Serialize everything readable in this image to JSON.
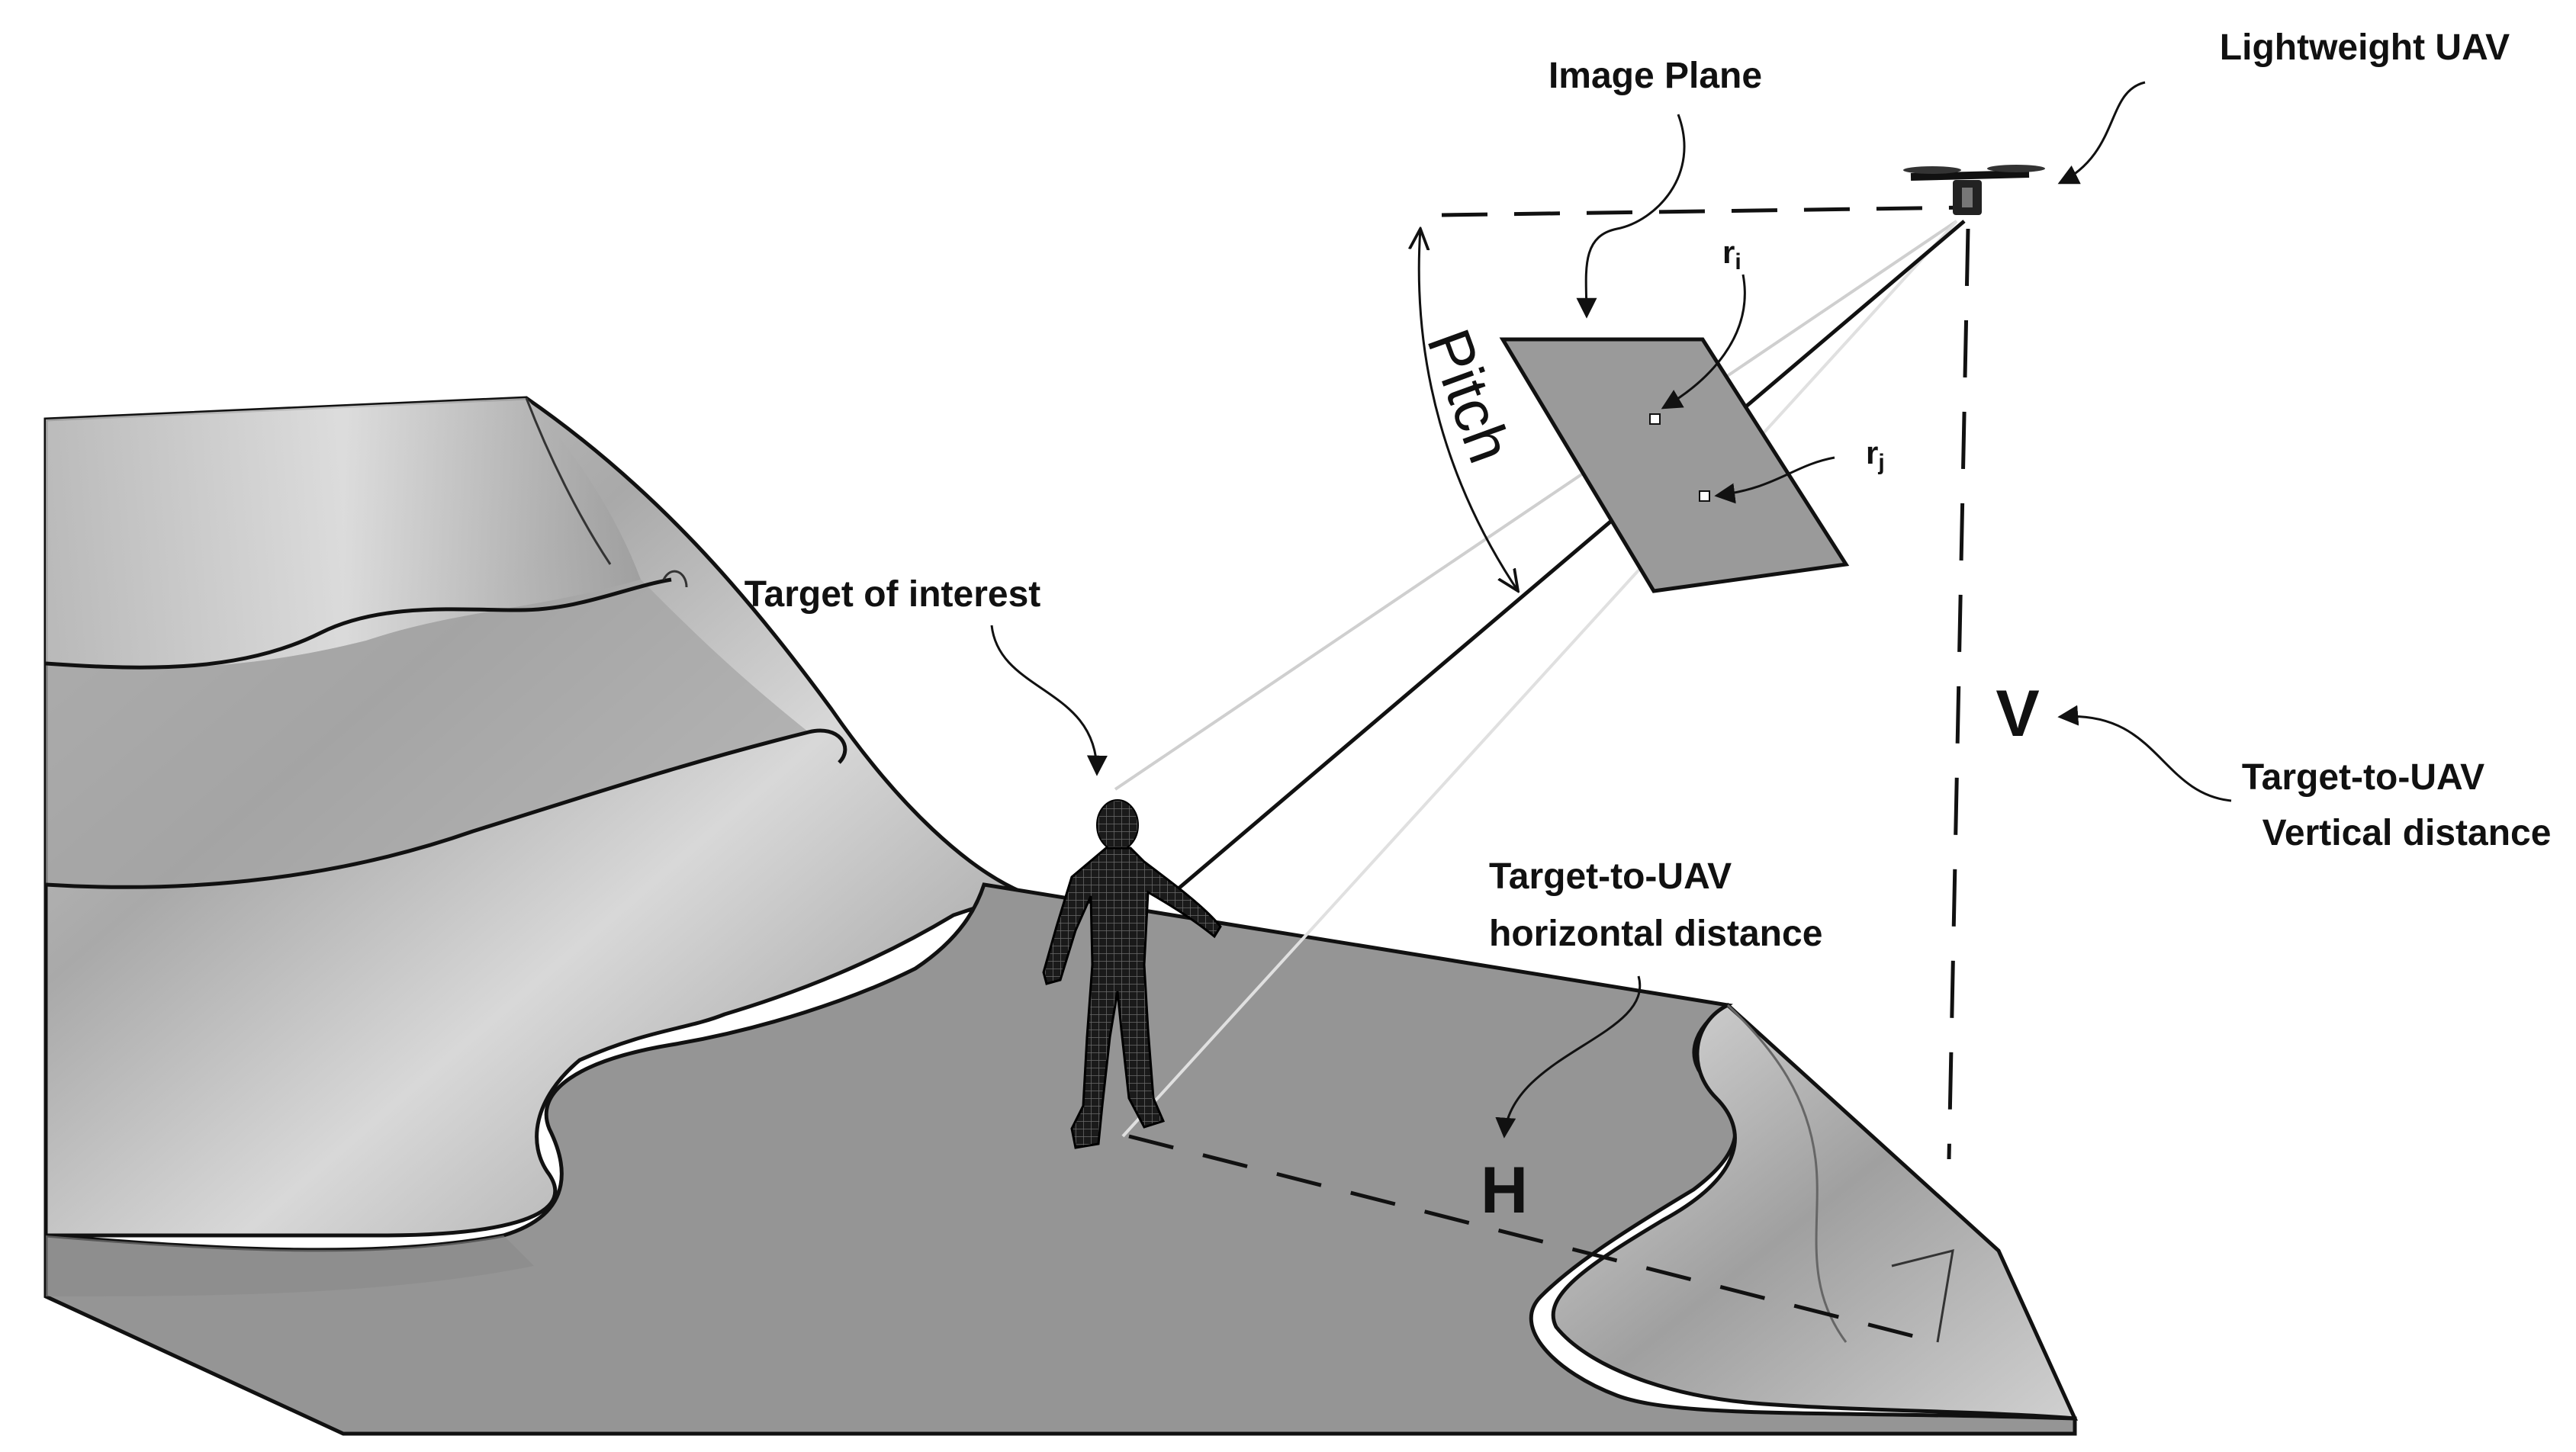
{
  "labels": {
    "image_plane": "Image Plane",
    "lightweight_uav": "Lightweight UAV",
    "target_of_interest": "Target of interest",
    "pitch": "Pitch",
    "ri_base": "r",
    "ri_sub": "i",
    "rj_base": "r",
    "rj_sub": "j",
    "vertical_symbol": "V",
    "horizontal_symbol": "H",
    "vertical_distance_line1": "Target-to-UAV",
    "vertical_distance_line2": "Vertical distance",
    "horizontal_distance_line1": "Target-to-UAV",
    "horizontal_distance_line2": "horizontal distance"
  },
  "colors": {
    "terrain_light": "#d4d4d4",
    "terrain_mid": "#a6a6a6",
    "terrain_dark": "#7c7c7c",
    "flat_ground": "#959595",
    "image_plane_fill": "#9a9a9a",
    "line": "#111111",
    "ray_light": "#cfcfcf"
  },
  "icons": {
    "drone": "quadcopter-drone-icon",
    "person": "human-figure-icon"
  }
}
